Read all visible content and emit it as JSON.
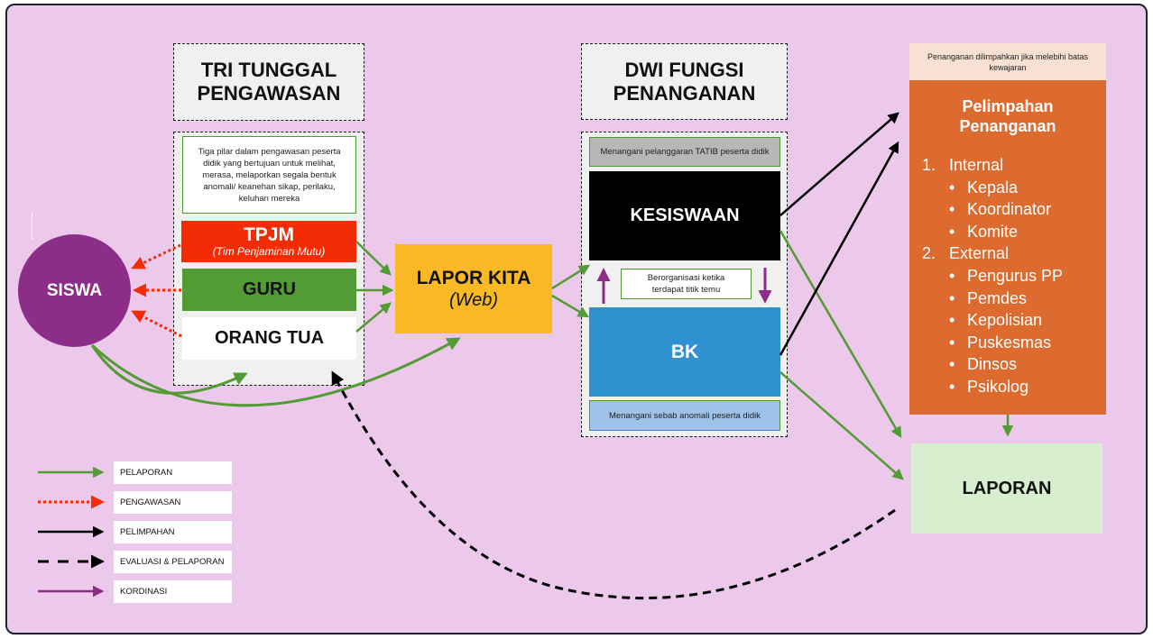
{
  "tri_tunggal": {
    "title_line1": "TRI TUNGGAL",
    "title_line2": "PENGAWASAN",
    "description": "Tiga pilar dalam pengawasan peserta didik yang bertujuan untuk melihat, merasa, melaporkan segala bentuk anomali/ keanehan sikap, perilaku, keluhan mereka",
    "tpjm": {
      "label": "TPJM",
      "sublabel": "(Tim Penjaminan Mutu)"
    },
    "guru": {
      "label": "GURU"
    },
    "orang_tua": {
      "label": "ORANG TUA"
    }
  },
  "siswa": {
    "label": "SISWA"
  },
  "lapor_kita": {
    "label": "LAPOR KITA",
    "sublabel": "(Web)"
  },
  "dwi_fungsi": {
    "title_line1": "DWI FUNGSI",
    "title_line2": "PENANGANAN",
    "kesiswaan_note": "Menangani  pelanggaran  TATIB peserta didik",
    "kesiswaan": {
      "label": "KESISWAAN"
    },
    "coordination_note": "Berorganisasi ketika terdapat titik temu",
    "bk": {
      "label": "BK"
    },
    "bk_note": "Menangani  sebab anomali peserta didik"
  },
  "pelimpahan": {
    "note": "Penanganan dilimpahkan jika melebihi batas kewajaran",
    "title_line1": "Pelimpahan",
    "title_line2": "Penanganan",
    "groups": [
      {
        "number": "1.",
        "label": "Internal",
        "items": [
          "Kepala",
          "Koordinator",
          "Komite"
        ]
      },
      {
        "number": "2.",
        "label": "External",
        "items": [
          "Pengurus  PP",
          "Pemdes",
          "Kepolisian",
          "Puskesmas",
          "Dinsos",
          "Psikolog"
        ]
      }
    ]
  },
  "laporan": {
    "label": "LAPORAN"
  },
  "legend": [
    {
      "label": "PELAPORAN",
      "style": "solid",
      "color": "#539b35"
    },
    {
      "label": "PENGAWASAN",
      "style": "dotted",
      "color": "#f42c05"
    },
    {
      "label": "PELIMPAHAN",
      "style": "solid",
      "color": "#000000"
    },
    {
      "label": "EVALUASI & PELAPORAN",
      "style": "dashed",
      "color": "#000000"
    },
    {
      "label": "KORDINASI",
      "style": "solid",
      "color": "#8c2d88"
    }
  ],
  "colors": {
    "background": "#ecc9ea",
    "tpjm": "#f42c05",
    "guru": "#539b35",
    "siswa": "#8c2d88",
    "lapor_kita": "#f8b925",
    "kesiswaan": "#000000",
    "bk": "#2f91cf",
    "bk_note": "#9fc2e8",
    "pelimpahan": "#dd6a2e",
    "pelimpahan_note": "#f8e0d2",
    "laporan": "#d7efcf"
  }
}
